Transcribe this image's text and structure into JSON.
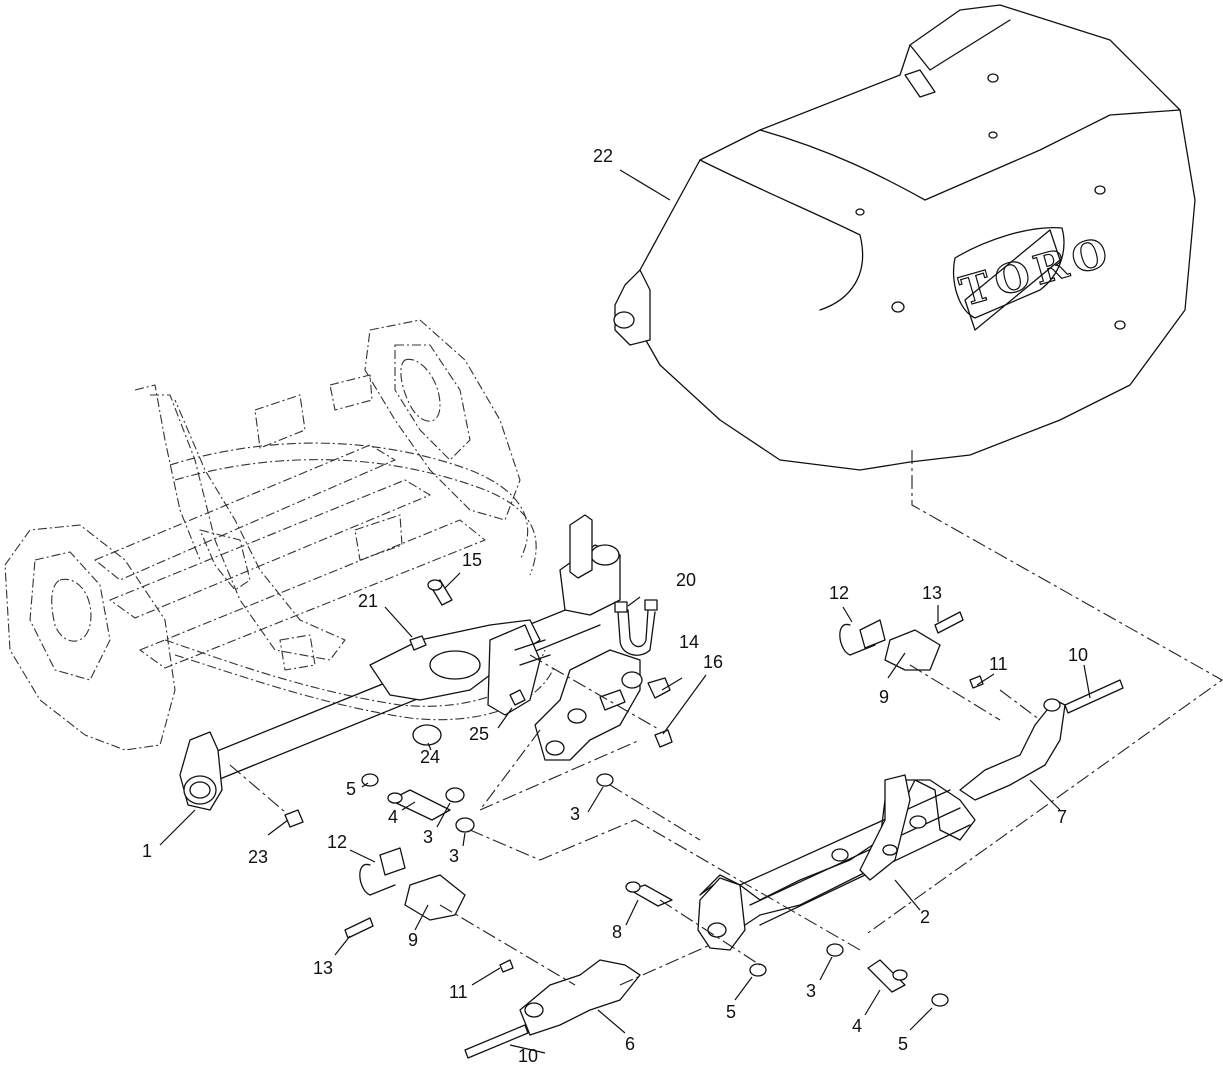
{
  "callouts": {
    "c1": "1",
    "c2": "2",
    "c3a": "3",
    "c3b": "3",
    "c3c": "3",
    "c3d": "3",
    "c4a": "4",
    "c4b": "4",
    "c5a": "5",
    "c5b": "5",
    "c5c": "5",
    "c6": "6",
    "c7": "7",
    "c8": "8",
    "c9a": "9",
    "c9b": "9",
    "c10a": "10",
    "c10b": "10",
    "c11a": "11",
    "c11b": "11",
    "c12a": "12",
    "c12b": "12",
    "c13a": "13",
    "c13b": "13",
    "c14": "14",
    "c15": "15",
    "c16": "16",
    "c20": "20",
    "c21": "21",
    "c22": "22",
    "c23": "23",
    "c24": "24",
    "c25": "25"
  },
  "logo_text": "TORO"
}
